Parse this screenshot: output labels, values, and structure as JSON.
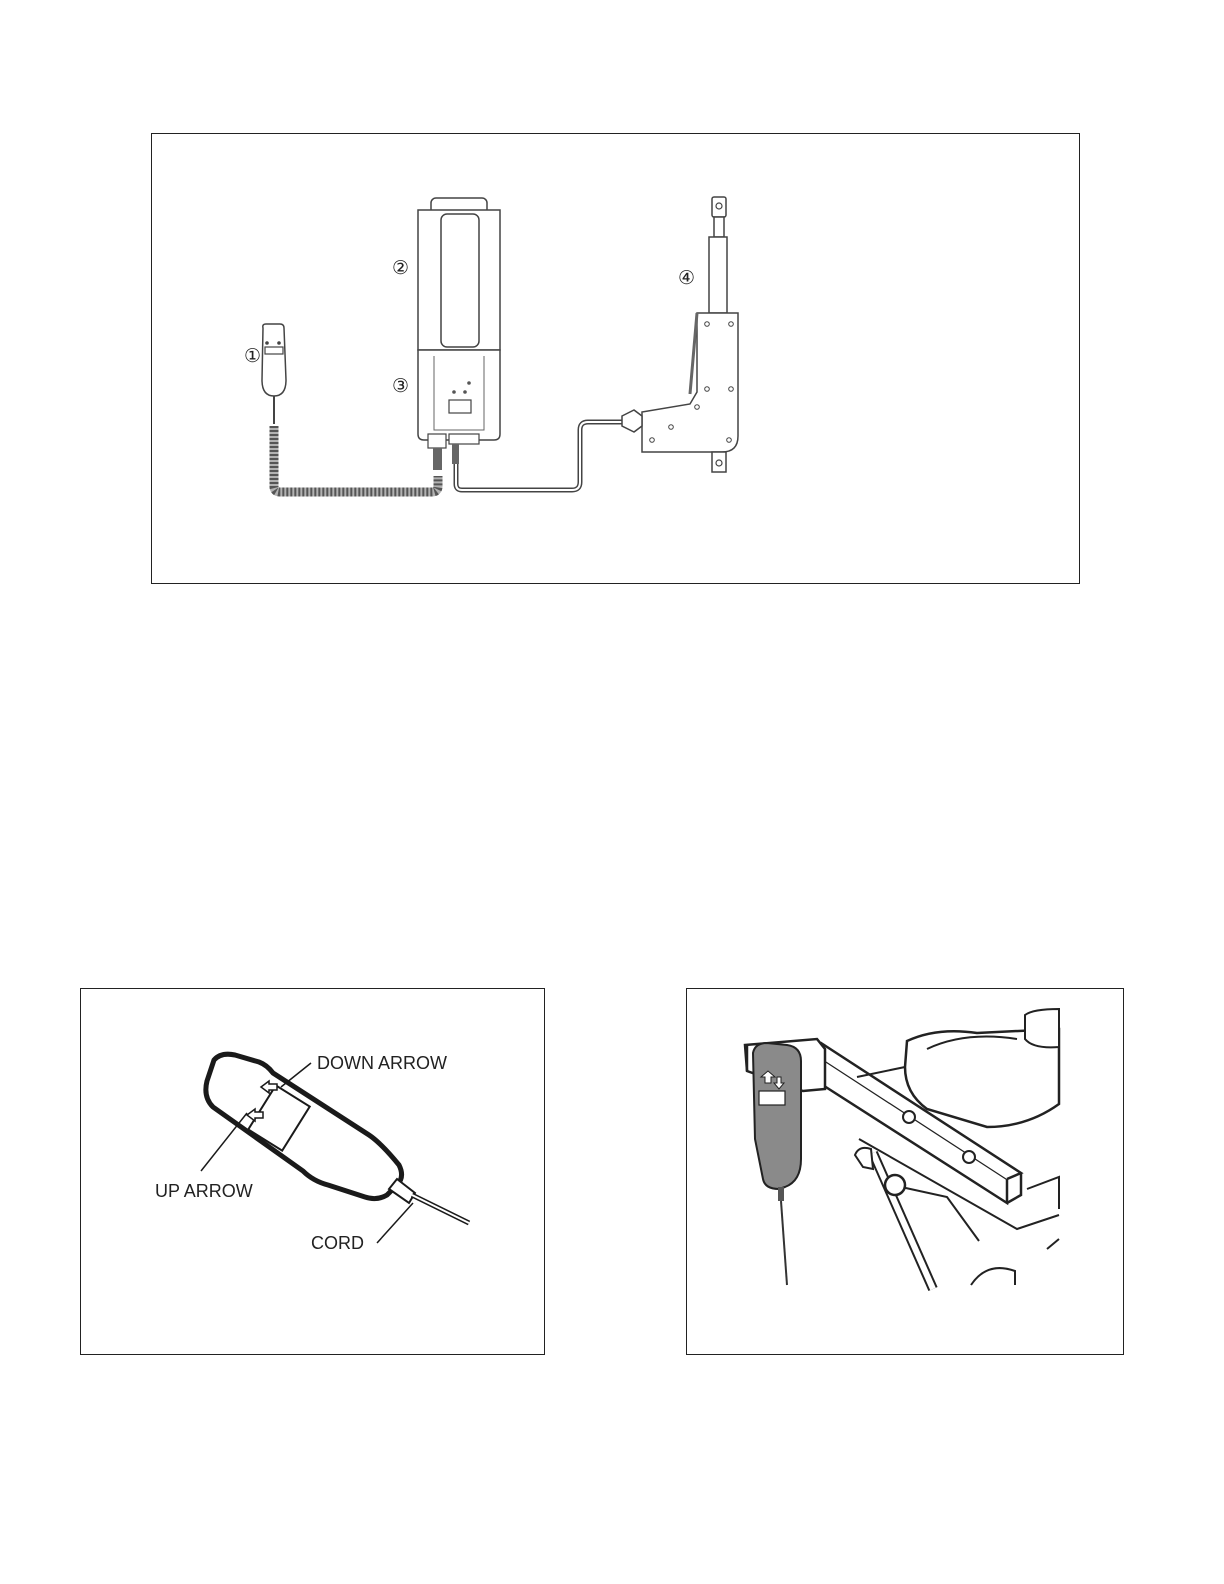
{
  "system_diagram": {
    "callouts": [
      "①",
      "②",
      "③",
      "④"
    ],
    "components": [
      "hand-pendant",
      "battery",
      "control-box",
      "linear-actuator"
    ]
  },
  "pendant_diagram": {
    "labels": {
      "down_arrow": "DOWN ARROW",
      "up_arrow": "UP ARROW",
      "cord": "CORD"
    }
  },
  "mounted_photo": {
    "description_icons": [
      "up-arrow-icon",
      "down-arrow-icon"
    ]
  }
}
